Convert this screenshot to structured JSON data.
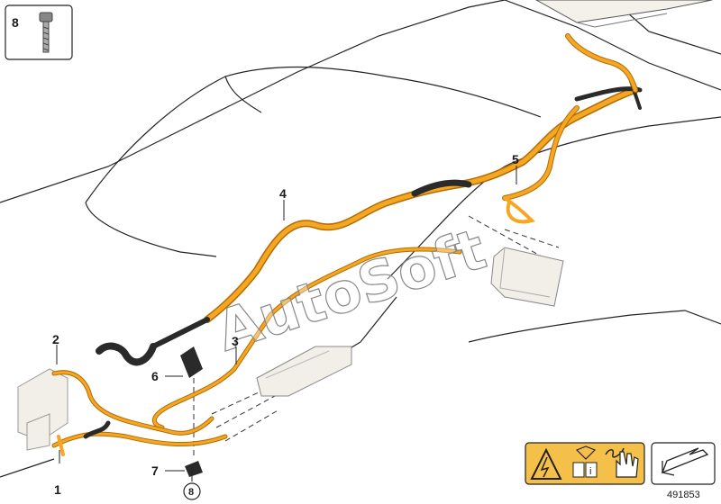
{
  "diagram": {
    "part_number": "491853",
    "watermark": "AutoSoft",
    "callouts": [
      "1",
      "2",
      "3",
      "4",
      "5",
      "6",
      "7",
      "8"
    ],
    "bolt_box_label": "8",
    "circled_ref": "8",
    "cable_color": "#f5a623",
    "cable_outline": "#b36b00",
    "harness_dark": "#2a2a2a"
  }
}
